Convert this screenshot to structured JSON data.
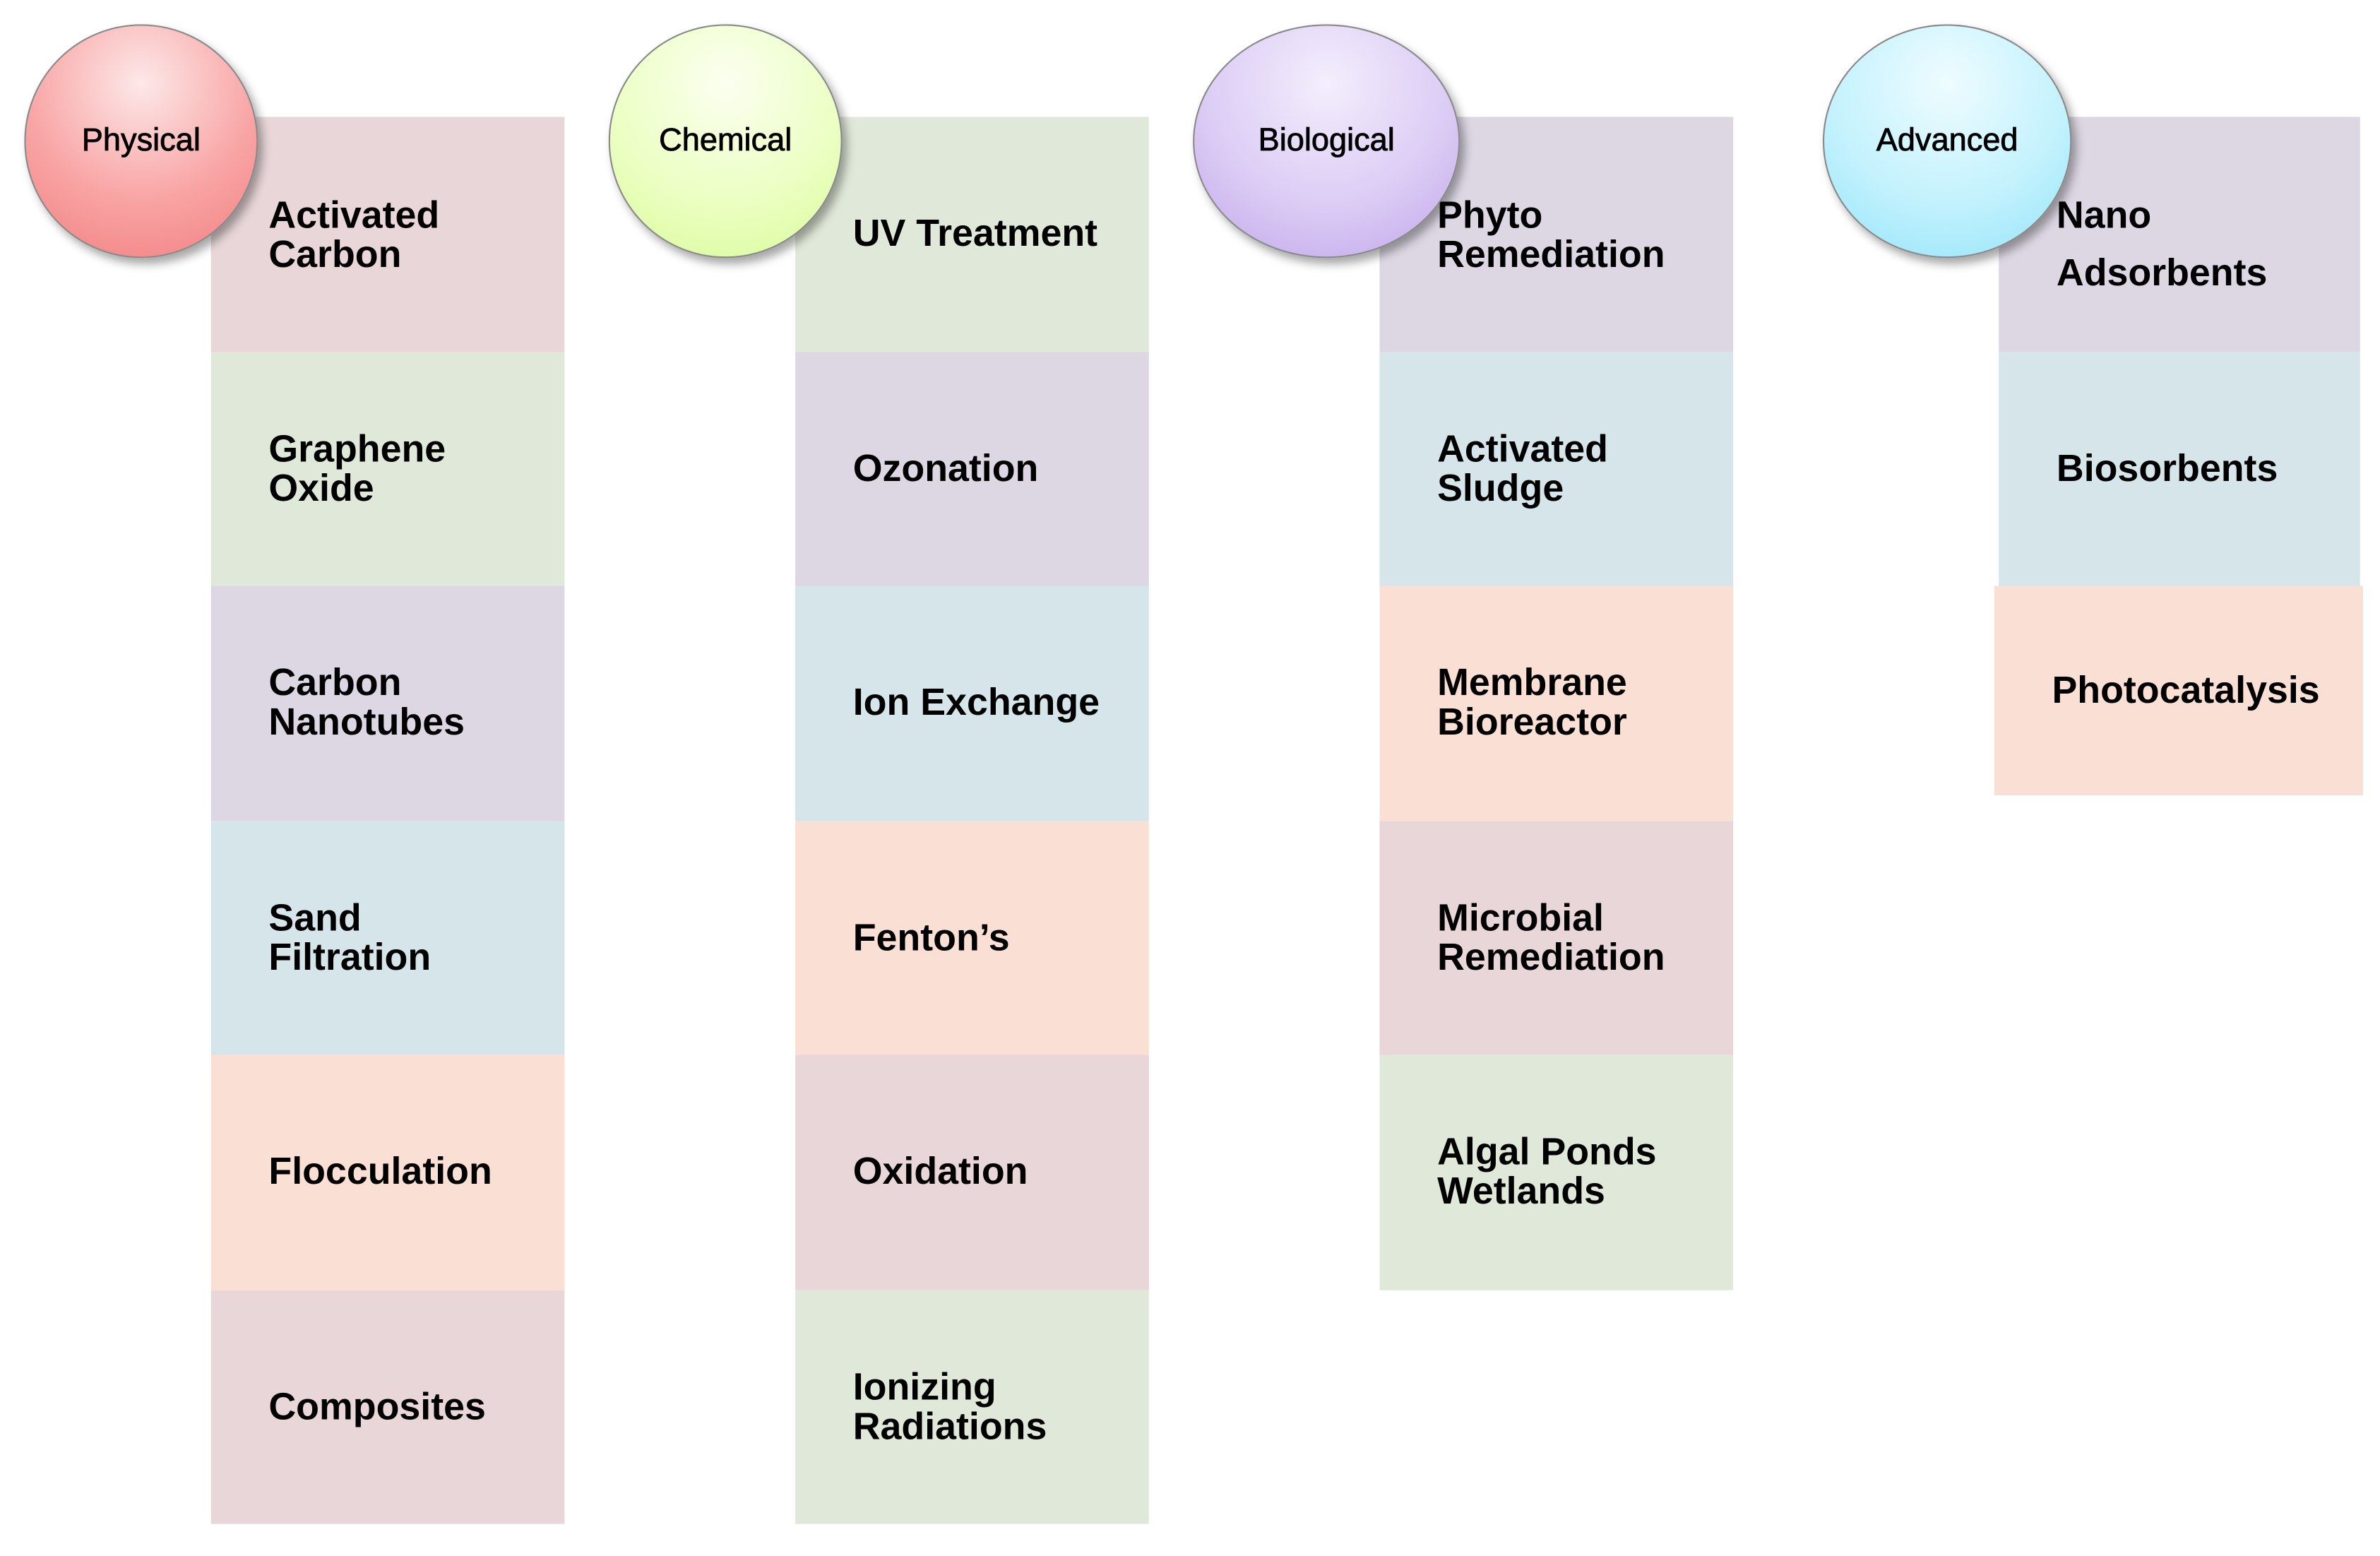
{
  "colors": {
    "pink": "#e8d6d8",
    "green": "#e0e9d9",
    "purple": "#dcd7e3",
    "blue": "#d5e5e9",
    "peach": "#fadfd5"
  },
  "categories": [
    {
      "name": "Physical",
      "circle_color": "#f9a5a5",
      "items": [
        {
          "label": "Activated\nCarbon",
          "color": "#e8d6d8"
        },
        {
          "label": "Graphene\nOxide",
          "color": "#e0e9d9"
        },
        {
          "label": "Carbon\nNanotubes",
          "color": "#dcd7e3"
        },
        {
          "label": "Sand\nFiltration",
          "color": "#d5e5e9"
        },
        {
          "label": "Flocculation",
          "color": "#fadfd5"
        },
        {
          "label": "Composites",
          "color": "#e8d6d8"
        }
      ]
    },
    {
      "name": "Chemical",
      "circle_color": "#ecffc4",
      "items": [
        {
          "label": "UV Treatment",
          "color": "#e0e9d9"
        },
        {
          "label": "Ozonation",
          "color": "#dcd7e3"
        },
        {
          "label": "Ion Exchange",
          "color": "#d5e5e9"
        },
        {
          "label": "Fenton’s",
          "color": "#fadfd5"
        },
        {
          "label": "Oxidation",
          "color": "#e8d6d8"
        },
        {
          "label": "Ionizing\nRadiations",
          "color": "#e0e9d9"
        }
      ]
    },
    {
      "name": "Biological",
      "circle_color": "#dccdf5",
      "items": [
        {
          "label": "Phyto\nRemediation",
          "color": "#dcd7e3"
        },
        {
          "label": "Activated\nSludge",
          "color": "#d5e5e9"
        },
        {
          "label": "Membrane\nBioreactor",
          "color": "#fadfd5"
        },
        {
          "label": "Microbial\nRemediation",
          "color": "#e8d6d8"
        },
        {
          "label": "Algal Ponds\nWetlands",
          "color": "#e0e9d9"
        }
      ]
    },
    {
      "name": "Advanced",
      "circle_color": "#c4f2fd",
      "items": [
        {
          "label": "Nano\nAdsorbents",
          "color": "#dcd7e3"
        },
        {
          "label": "Biosorbents",
          "color": "#d5e5e9"
        },
        {
          "label": "Photocatalysis",
          "color": "#fadfd5"
        }
      ]
    }
  ]
}
